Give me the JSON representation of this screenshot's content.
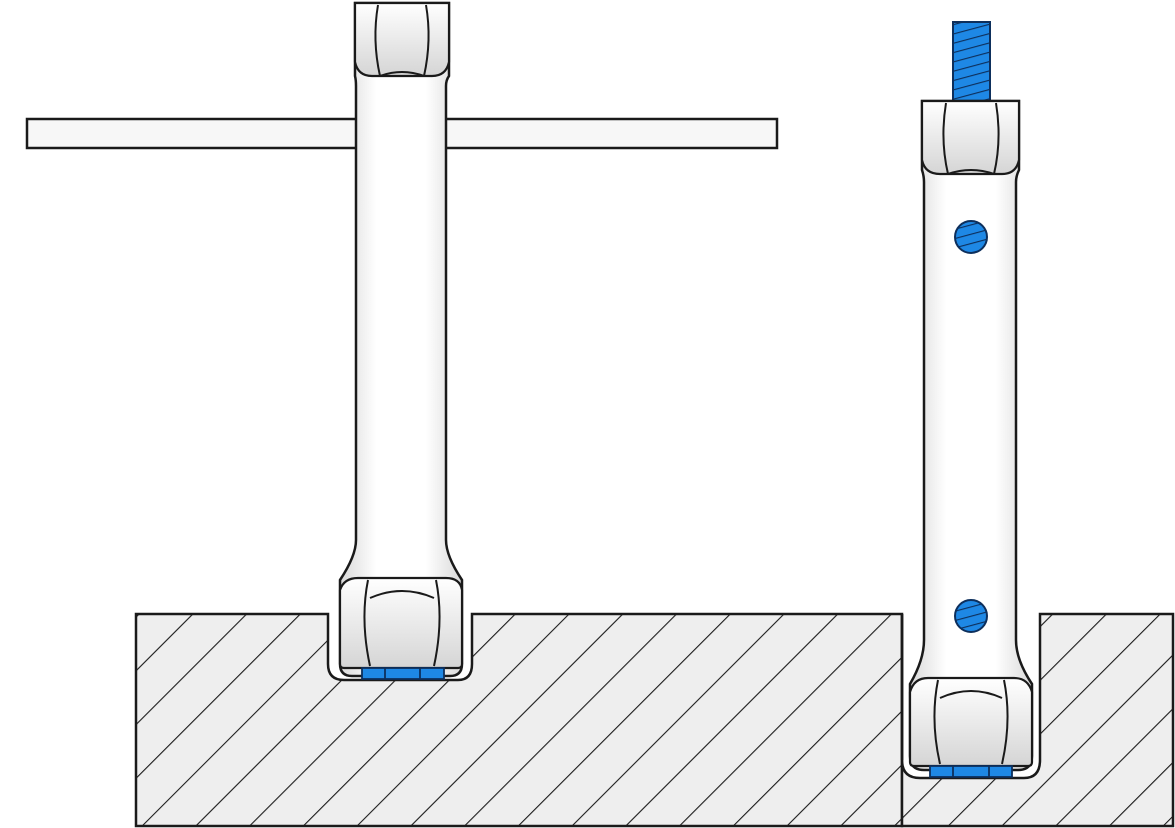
{
  "figure": {
    "description_visible_text": "",
    "colors": {
      "outline": "#1a1a1a",
      "tool_fill": "#ffffff",
      "tool_shade": "#e6e6e6",
      "hatch_fill": "#eeeeee",
      "hatch_line": "#1a1a1a",
      "accent_blue": "#1e88e5",
      "accent_blue_dark": "#0d4f9a"
    },
    "parts": {
      "left_tool": "t-handle-box-wrench",
      "right_tool": "box-wrench-with-threaded-rod",
      "base": "hatched-workpiece-section"
    }
  }
}
